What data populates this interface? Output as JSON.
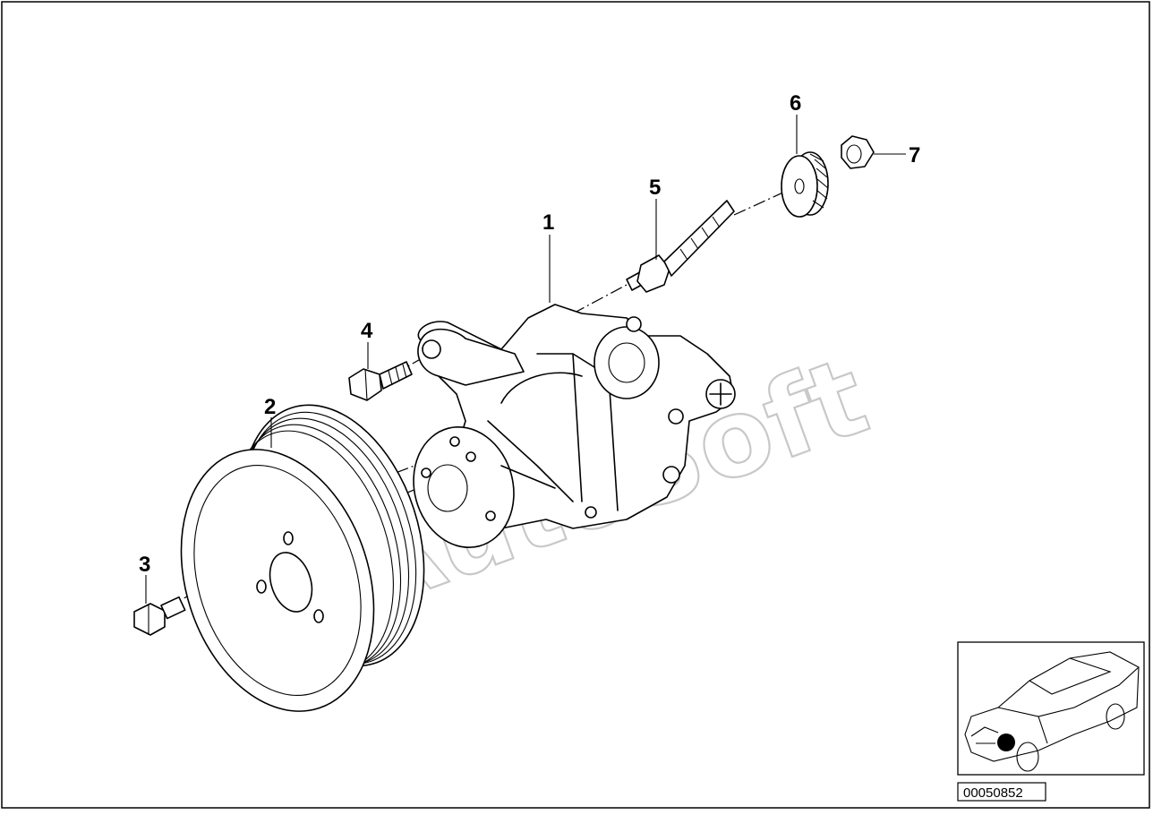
{
  "diagram": {
    "callouts": [
      "1",
      "2",
      "3",
      "4",
      "5",
      "6",
      "7"
    ],
    "watermark": "AutoSoft",
    "diagram_id": "00050852",
    "parts": [
      {
        "ref": "1",
        "name": "power-steering-pump"
      },
      {
        "ref": "2",
        "name": "pulley"
      },
      {
        "ref": "3",
        "name": "hex-bolt"
      },
      {
        "ref": "4",
        "name": "hex-bolt"
      },
      {
        "ref": "5",
        "name": "stud"
      },
      {
        "ref": "6",
        "name": "spacer-knurled"
      },
      {
        "ref": "7",
        "name": "hex-nut"
      }
    ]
  }
}
